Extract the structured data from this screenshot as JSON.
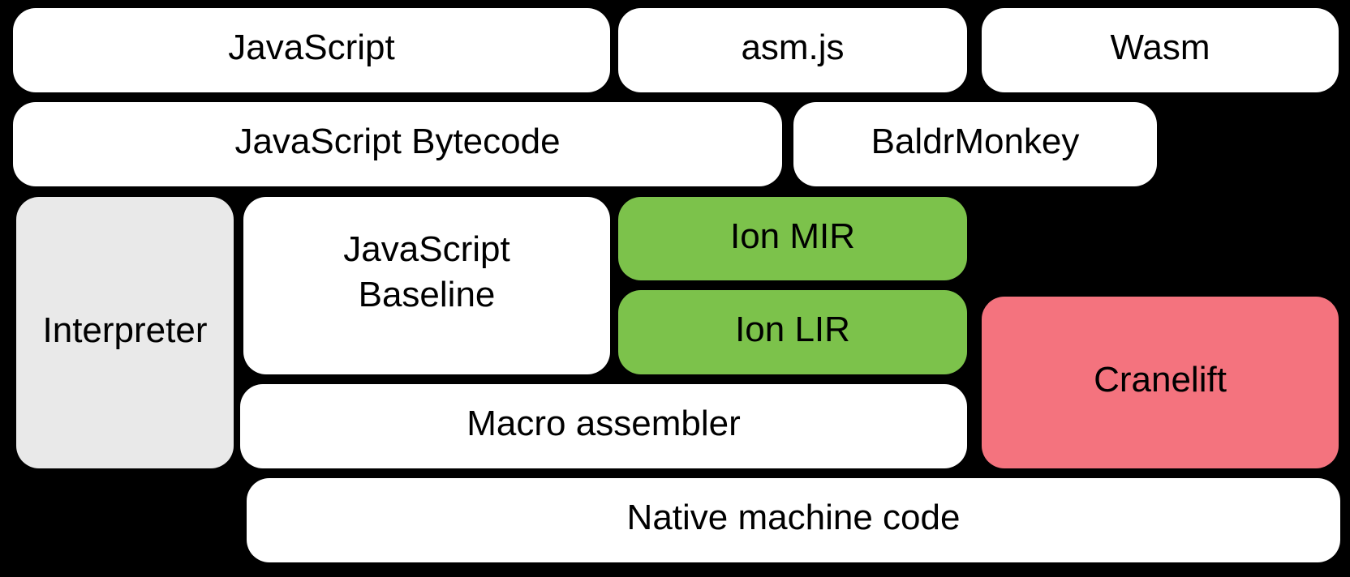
{
  "background_color": "#000000",
  "text_color": "#000000",
  "palette": {
    "white_box": "#ffffff",
    "gray_box": "#e9e9e9",
    "green_box": "#7cc24b",
    "pink_box": "#f4737e"
  },
  "boxes": {
    "javascript": {
      "label": "JavaScript"
    },
    "asmjs": {
      "label": "asm.js"
    },
    "wasm": {
      "label": "Wasm"
    },
    "js_bytecode": {
      "label": "JavaScript Bytecode"
    },
    "baldrmonkey": {
      "label": "BaldrMonkey"
    },
    "interpreter": {
      "label": "Interpreter"
    },
    "js_baseline": {
      "label": "JavaScript Baseline",
      "line1": "JavaScript",
      "line2": "Baseline"
    },
    "ion_mir": {
      "label": "Ion MIR"
    },
    "ion_lir": {
      "label": "Ion LIR"
    },
    "cranelift": {
      "label": "Cranelift"
    },
    "macro_assembler": {
      "label": "Macro assembler"
    },
    "native_machine_code": {
      "label": "Native machine code"
    }
  }
}
